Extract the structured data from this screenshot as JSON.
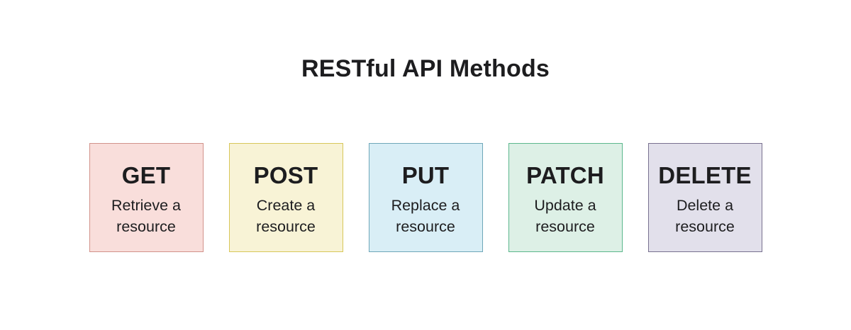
{
  "title": "RESTful API Methods",
  "colors": {
    "page_background": "#ffffff",
    "text": "#1d1d1f"
  },
  "methods": [
    {
      "name": "GET",
      "description": [
        "Retrieve a",
        "resource"
      ],
      "fill": "#f9dedb",
      "border": "#d2938b"
    },
    {
      "name": "POST",
      "description": [
        "Create a",
        "resource"
      ],
      "fill": "#f8f3d6",
      "border": "#d8c75a"
    },
    {
      "name": "PUT",
      "description": [
        "Replace a",
        "resource"
      ],
      "fill": "#d9eef6",
      "border": "#6fa7b9"
    },
    {
      "name": "PATCH",
      "description": [
        "Update a",
        "resource"
      ],
      "fill": "#ddf0e6",
      "border": "#5bb78c"
    },
    {
      "name": "DELETE",
      "description": [
        "Delete a",
        "resource"
      ],
      "fill": "#e2e0eb",
      "border": "#78718f"
    }
  ]
}
